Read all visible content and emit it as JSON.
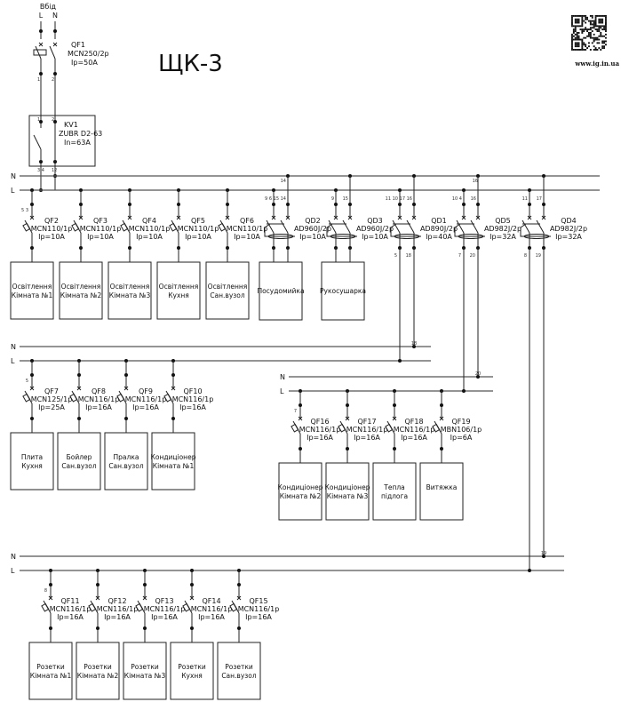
{
  "title": "ЩК-3",
  "input": {
    "label": "Вбід",
    "L": "L",
    "N": "N"
  },
  "main_breaker": {
    "id": "QF1",
    "model": "MCN250/2p",
    "rating": "Ip=50A",
    "wires": [
      "1",
      "2"
    ]
  },
  "contactor": {
    "id": "KV1",
    "model": "ZUBR D2-63",
    "rating": "In=63A",
    "wires_top": [
      "1",
      "2"
    ],
    "wires_bottom": [
      "3 4",
      "12"
    ]
  },
  "bus_labels": {
    "N": "N",
    "L": "L"
  },
  "bus_wires": {
    "main_n": "14",
    "main_n2": "16",
    "row2_n": "18",
    "row3_n": "20",
    "row4_n": "19"
  },
  "groups": [
    {
      "breakers": [
        {
          "id": "QF2",
          "model": "MCN110/1p",
          "rating": "Ip=10A",
          "wire": "5 3",
          "load": [
            "Освітлення",
            "Кімната №1"
          ]
        },
        {
          "id": "QF3",
          "model": "MCN110/1p",
          "rating": "Ip=10A",
          "wire": "",
          "load": [
            "Освітлення",
            "Кімната №2"
          ]
        },
        {
          "id": "QF4",
          "model": "MCN110/1p",
          "rating": "Ip=10A",
          "wire": "",
          "load": [
            "Освітлення",
            "Кімната №3"
          ]
        },
        {
          "id": "QF5",
          "model": "MCN110/1p",
          "rating": "Ip=10A",
          "wire": "",
          "load": [
            "Освітлення",
            "Кухня"
          ]
        },
        {
          "id": "QF6",
          "model": "MCN110/1p",
          "rating": "Ip=10A",
          "wire": "",
          "load": [
            "Освітлення",
            "Сан.вузол"
          ]
        }
      ]
    },
    {
      "breakers": [
        {
          "id": "QF7",
          "model": "MCN125/1p",
          "rating": "Ip=25A",
          "wire": "5",
          "load": [
            "Плита",
            "Кухня"
          ]
        },
        {
          "id": "QF8",
          "model": "MCN116/1p",
          "rating": "Ip=16A",
          "wire": "",
          "load": [
            "Бойлер",
            "Сан.вузол"
          ]
        },
        {
          "id": "QF9",
          "model": "MCN116/1p",
          "rating": "Ip=16A",
          "wire": "",
          "load": [
            "Пралка",
            "Сан.вузол"
          ]
        },
        {
          "id": "QF10",
          "model": "MCN116/1p",
          "rating": "Ip=16A",
          "wire": "",
          "load": [
            "Кондиціонер",
            "Кімната №1"
          ]
        }
      ]
    },
    {
      "breakers": [
        {
          "id": "QF16",
          "model": "MCN116/1p",
          "rating": "Ip=16A",
          "wire": "7",
          "load": [
            "Кондиціонер",
            "Кімната №2"
          ]
        },
        {
          "id": "QF17",
          "model": "MCN116/1p",
          "rating": "Ip=16A",
          "wire": "",
          "load": [
            "Кондиціонер",
            "Кімната №3"
          ]
        },
        {
          "id": "QF18",
          "model": "MCN116/1p",
          "rating": "Ip=16A",
          "wire": "",
          "load": [
            "Тепла",
            "підлога"
          ]
        },
        {
          "id": "QF19",
          "model": "MBN106/1p",
          "rating": "Ip=6A",
          "wire": "",
          "load": [
            "Витяжка",
            ""
          ]
        }
      ]
    },
    {
      "breakers": [
        {
          "id": "QF11",
          "model": "MCN116/1p",
          "rating": "Ip=16A",
          "wire": "8",
          "load": [
            "Розетки",
            "Кімната №1"
          ]
        },
        {
          "id": "QF12",
          "model": "MCN116/1p",
          "rating": "Ip=16A",
          "wire": "",
          "load": [
            "Розетки",
            "Кімната №2"
          ]
        },
        {
          "id": "QF13",
          "model": "MCN116/1p",
          "rating": "Ip=16A",
          "wire": "",
          "load": [
            "Розетки",
            "Кімната №3"
          ]
        },
        {
          "id": "QF14",
          "model": "MCN116/1p",
          "rating": "Ip=16A",
          "wire": "",
          "load": [
            "Розетки",
            "Кухня"
          ]
        },
        {
          "id": "QF15",
          "model": "MCN116/1p",
          "rating": "Ip=16A",
          "wire": "",
          "load": [
            "Розетки",
            "Сан.вузол"
          ]
        }
      ]
    }
  ],
  "rcds": [
    {
      "id": "QD2",
      "model": "AD960J/2p",
      "rating": "Ip=10A",
      "wires_top": [
        "9 6",
        "15 14"
      ],
      "wires_bottom": [
        "",
        ""
      ],
      "load": "Посудомийка"
    },
    {
      "id": "QD3",
      "model": "AD960J/2p",
      "rating": "Ip=10A",
      "wires_top": [
        "9",
        "15"
      ],
      "wires_bottom": [
        "",
        ""
      ],
      "load": "Рукосушарка"
    },
    {
      "id": "QD1",
      "model": "AD890J/2p",
      "rating": "Ip=40A",
      "wires_top": [
        "11 10",
        "17 16"
      ],
      "wires_bottom": [
        "5",
        "18"
      ],
      "load": ""
    },
    {
      "id": "QD5",
      "model": "AD982J/2p",
      "rating": "Ip=32A",
      "wires_top": [
        "10 4",
        "16"
      ],
      "wires_bottom": [
        "7",
        "20"
      ],
      "load": ""
    },
    {
      "id": "QD4",
      "model": "AD982J/2p",
      "rating": "Ip=32A",
      "wires_top": [
        "11",
        "17"
      ],
      "wires_bottom": [
        "8",
        "19"
      ],
      "load": ""
    }
  ],
  "qr": {
    "caption": "www.ig.in.ua"
  }
}
